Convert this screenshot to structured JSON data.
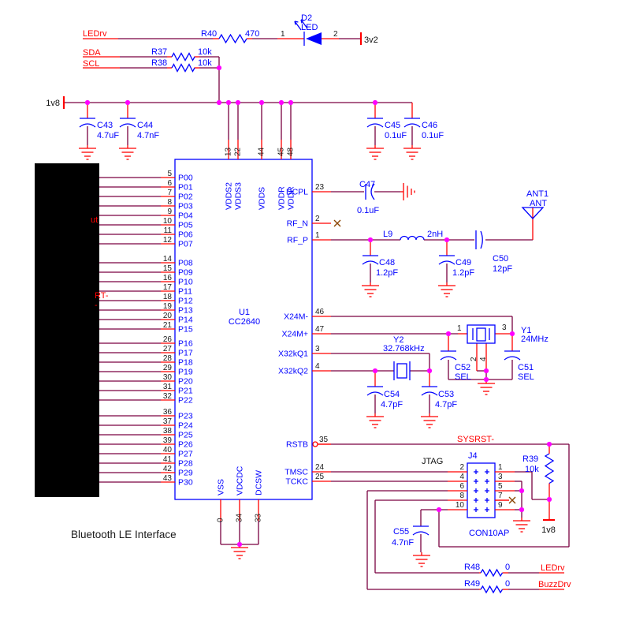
{
  "schematic": {
    "note": "Bluetooth LE Interface",
    "power_rails": {
      "vdd_rail": "1v8",
      "led_supply": "3v2",
      "jtag_pullup_rail": "1v8"
    },
    "net_labels": {
      "ledrv_top": "LEDrv",
      "sda": "SDA",
      "scl": "SCL",
      "sysrst": "SYSRST-",
      "ledrv_bottom": "LEDrv",
      "buzzdrv": "BuzzDrv",
      "partial_p05": "ut",
      "partial_p12": "RT-",
      "partial_p13": "-"
    },
    "components": {
      "r40": {
        "ref": "R40",
        "value": "470"
      },
      "r37": {
        "ref": "R37",
        "value": "10k"
      },
      "r38": {
        "ref": "R38",
        "value": "10k"
      },
      "r39": {
        "ref": "R39",
        "value": "10k"
      },
      "r48": {
        "ref": "R48",
        "value": "0"
      },
      "r49": {
        "ref": "R49",
        "value": "0"
      },
      "d2": {
        "ref": "D2",
        "value": "LED"
      },
      "c43": {
        "ref": "C43",
        "value": "4.7uF"
      },
      "c44": {
        "ref": "C44",
        "value": "4.7nF"
      },
      "c45": {
        "ref": "C45",
        "value": "0.1uF"
      },
      "c46": {
        "ref": "C46",
        "value": "0.1uF"
      },
      "c47": {
        "ref": "C47",
        "value": "0.1uF"
      },
      "c48": {
        "ref": "C48",
        "value": "1.2pF"
      },
      "c49": {
        "ref": "C49",
        "value": "1.2pF"
      },
      "c50": {
        "ref": "C50",
        "value": "12pF"
      },
      "c51": {
        "ref": "C51",
        "value": "SEL"
      },
      "c52": {
        "ref": "C52",
        "value": "SEL"
      },
      "c53": {
        "ref": "C53",
        "value": "4.7pF"
      },
      "c54": {
        "ref": "C54",
        "value": "4.7pF"
      },
      "c55": {
        "ref": "C55",
        "value": "4.7nF"
      },
      "l9": {
        "ref": "L9",
        "value": "2nH"
      },
      "y1": {
        "ref": "Y1",
        "value": "24MHz"
      },
      "y2": {
        "ref": "Y2",
        "value": "32.768kHz"
      },
      "ant1": {
        "ref": "ANT1",
        "value": "ANT"
      }
    },
    "pin_labels": {
      "d2_pin1": "1",
      "d2_pin2": "2",
      "y1_pin1": "1",
      "y1_pin3": "3",
      "y1_pin2": "2",
      "y1_pin4": "4"
    },
    "u1": {
      "ref": "U1",
      "part": "CC2640",
      "left_pins": [
        {
          "num": "5",
          "name": "P00"
        },
        {
          "num": "6",
          "name": "P01"
        },
        {
          "num": "7",
          "name": "P02"
        },
        {
          "num": "8",
          "name": "P03"
        },
        {
          "num": "9",
          "name": "P04"
        },
        {
          "num": "10",
          "name": "P05"
        },
        {
          "num": "11",
          "name": "P06"
        },
        {
          "num": "12",
          "name": "P07"
        },
        {
          "num": "14",
          "name": "P08"
        },
        {
          "num": "15",
          "name": "P09"
        },
        {
          "num": "16",
          "name": "P10"
        },
        {
          "num": "17",
          "name": "P11"
        },
        {
          "num": "18",
          "name": "P12"
        },
        {
          "num": "19",
          "name": "P13"
        },
        {
          "num": "20",
          "name": "P14"
        },
        {
          "num": "21",
          "name": "P15"
        },
        {
          "num": "26",
          "name": "P16"
        },
        {
          "num": "27",
          "name": "P17"
        },
        {
          "num": "28",
          "name": "P18"
        },
        {
          "num": "29",
          "name": "P19"
        },
        {
          "num": "30",
          "name": "P20"
        },
        {
          "num": "31",
          "name": "P21"
        },
        {
          "num": "32",
          "name": "P22"
        },
        {
          "num": "36",
          "name": "P23"
        },
        {
          "num": "37",
          "name": "P24"
        },
        {
          "num": "38",
          "name": "P25"
        },
        {
          "num": "39",
          "name": "P26"
        },
        {
          "num": "40",
          "name": "P27"
        },
        {
          "num": "41",
          "name": "P28"
        },
        {
          "num": "42",
          "name": "P29"
        },
        {
          "num": "43",
          "name": "P30"
        }
      ],
      "top_pins": [
        {
          "num": "13",
          "name": "VDDS2"
        },
        {
          "num": "22",
          "name": "VDDS3"
        },
        {
          "num": "44",
          "name": "VDDS"
        },
        {
          "num": "45",
          "name": "VDDR"
        },
        {
          "num": "48",
          "name": "VDDR"
        }
      ],
      "right_pins": [
        {
          "num": "23",
          "name": "DCPL"
        },
        {
          "num": "2",
          "name": "RF_N"
        },
        {
          "num": "1",
          "name": "RF_P"
        },
        {
          "num": "46",
          "name": "X24M-"
        },
        {
          "num": "47",
          "name": "X24M+"
        },
        {
          "num": "3",
          "name": "X32kQ1"
        },
        {
          "num": "4",
          "name": "X32kQ2"
        },
        {
          "num": "35",
          "name": "RSTB"
        },
        {
          "num": "24",
          "name": "TMSC"
        },
        {
          "num": "25",
          "name": "TCKC"
        }
      ],
      "bottom_pins": [
        {
          "num": "0",
          "name": "VSS"
        },
        {
          "num": "34",
          "name": "VDCDC"
        },
        {
          "num": "33",
          "name": "DCSW"
        }
      ]
    },
    "j4": {
      "ref": "J4",
      "part": "CON10AP",
      "label": "JTAG",
      "left_pin_numbers": [
        "2",
        "4",
        "6",
        "8",
        "10"
      ],
      "right_pin_numbers": [
        "1",
        "3",
        "5",
        "7",
        "9"
      ]
    },
    "colors": {
      "wire": "#7a0040",
      "symbol": "#0000ff",
      "net_label": "#ff0000",
      "pin": "#ff0000",
      "junction": "#ff00ff",
      "text": "#111111"
    }
  }
}
